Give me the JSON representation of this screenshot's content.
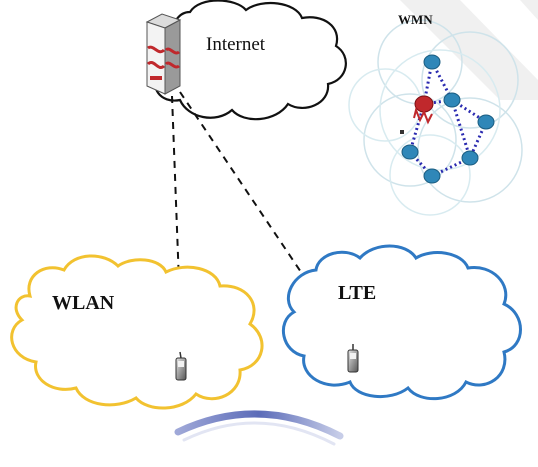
{
  "labels": {
    "internet": "Internet",
    "wmn": "WMN",
    "wlan": "WLAN",
    "lte": "LTE"
  },
  "colors": {
    "wlan_cloud": "#f2c230",
    "lte_cloud": "#2f79c4",
    "internet_cloud": "#111111",
    "wmn_node": "#2f87b8",
    "wmn_link": "#2a2ab0",
    "server_accent": "#c0282c"
  },
  "icons": [
    "server-icon",
    "mobile-phone-icon",
    "handover-arc-icon"
  ]
}
